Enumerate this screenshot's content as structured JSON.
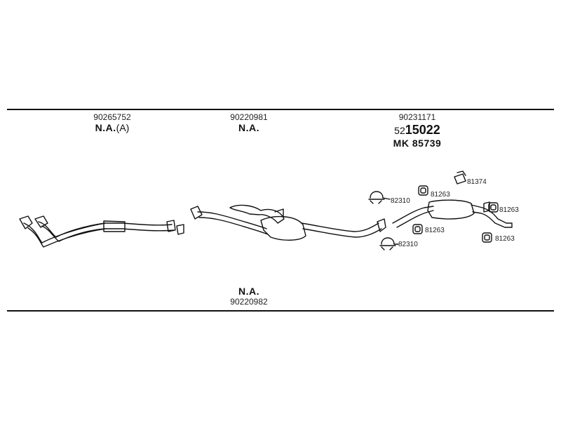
{
  "groups": [
    {
      "part_number": "90265752",
      "status": "N.A.",
      "status_suffix": "(A)"
    },
    {
      "part_number": "90220981",
      "status": "N.A."
    },
    {
      "part_number": "90231171",
      "code_prefix": "52",
      "code_main": "15022",
      "mk_label": "MK",
      "mk_number": "85739"
    }
  ],
  "bottom_group": {
    "status": "N.A.",
    "part_number": "90220982"
  },
  "callouts": {
    "c81374": "81374",
    "c81263_a": "81263",
    "c81263_b": "81263",
    "c81263_c": "81263",
    "c81263_d": "81263",
    "c82310_a": "82310",
    "c82310_b": "82310"
  }
}
